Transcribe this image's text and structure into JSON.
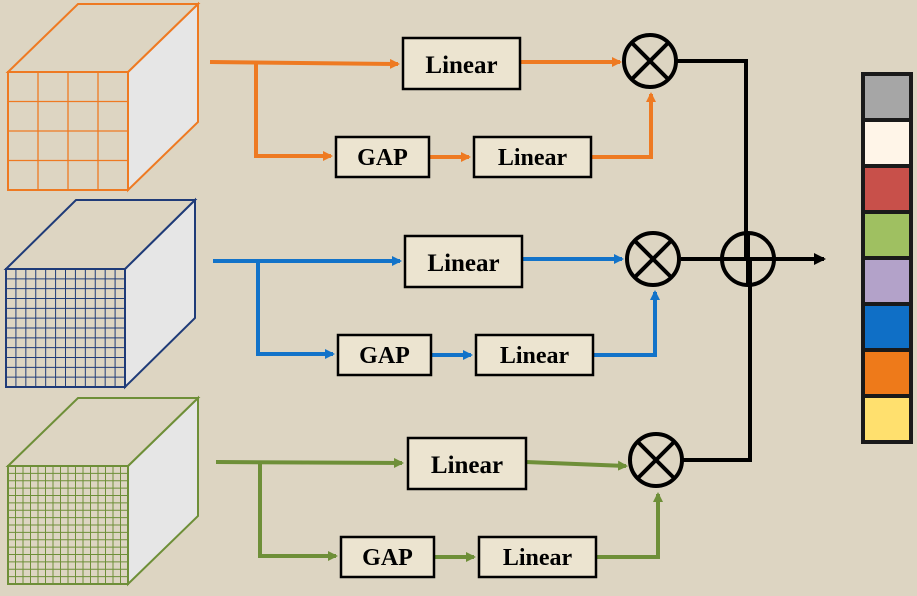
{
  "labels": {
    "linear": "Linear",
    "gap": "GAP"
  },
  "colors": {
    "background": "#ddd5c2",
    "branch_orange": "#ee7a22",
    "branch_blue": "#1273c9",
    "branch_green": "#6e8f38",
    "box_fill": "#ece4d0",
    "cube_side": "#e6e6e6",
    "stroke_black": "#000000"
  },
  "branches": [
    {
      "id": "orange",
      "color": "#ee7a22",
      "grid": "4x4"
    },
    {
      "id": "blue",
      "color": "#1273c9",
      "grid": "12x12"
    },
    {
      "id": "green",
      "color": "#6e8f38",
      "grid": "16x16"
    }
  ],
  "operators": {
    "multiply": "multiply-symbol",
    "add": "add-symbol"
  },
  "output_stack_colors": [
    "#a6a6a6",
    "#fff5e8",
    "#c8504a",
    "#9fc061",
    "#b3a2c9",
    "#0f6fc6",
    "#ee7a1a",
    "#ffe06e"
  ]
}
